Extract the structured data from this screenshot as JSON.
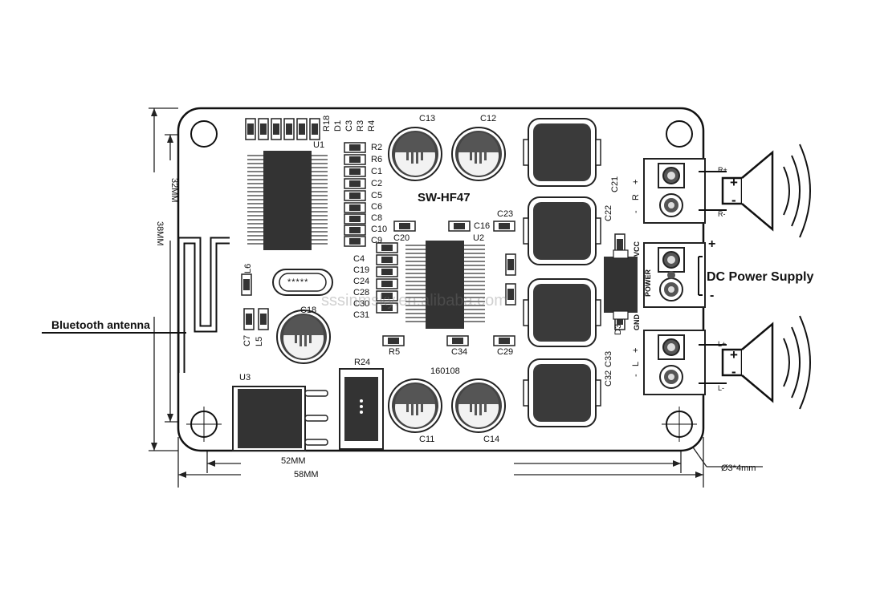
{
  "labels": {
    "board_name": "SW-HF47",
    "date_code": "160108",
    "u1": "U1",
    "u2": "U2",
    "u3": "U3",
    "r24": "R24",
    "r5": "R5",
    "c13": "C13",
    "c12": "C12",
    "c11": "C11",
    "c14": "C14",
    "c18": "C18",
    "c20": "C20",
    "c16": "C16",
    "c23": "C23",
    "c34": "C34",
    "c29": "C29",
    "column_right": [
      "R2",
      "R6",
      "C1",
      "C2",
      "C5",
      "C6",
      "C8",
      "C10",
      "C9"
    ],
    "column_left": [
      "C4",
      "C19",
      "C24",
      "C28",
      "C30",
      "C31"
    ],
    "top_vertical": [
      "R18",
      "D1",
      "C3",
      "R3",
      "R4"
    ],
    "l6": "L6",
    "c7": "C7",
    "l5": "L5",
    "c21": "C21",
    "c22": "C22",
    "c32": "C32",
    "c33": "C33",
    "d3": "D3",
    "right_minus": "-",
    "right_r": "R",
    "right_plus": "+",
    "left_minus": "-",
    "left_l": "L",
    "left_plus": "+",
    "vcc": "VCC",
    "power": "POWER",
    "gnd": "GND",
    "r_plus": "R+",
    "r_minus": "R-",
    "l_plus": "L+",
    "l_minus": "L-",
    "spk_plus": "+",
    "spk_minus": "-",
    "chip_mark": "*****",
    "pwr_plus": "+",
    "pwr_minus": "-"
  },
  "callouts": {
    "bluetooth_antenna": "Bluetooth antenna",
    "dc_power_supply": "DC Power Supply"
  },
  "dimensions": {
    "width_outer": "58MM",
    "width_inner": "52MM",
    "height_outer": "38MM",
    "height_inner": "32MM",
    "hole": "Ø3*4mm"
  },
  "watermark": "sssinmsky.en.alibaba.com"
}
